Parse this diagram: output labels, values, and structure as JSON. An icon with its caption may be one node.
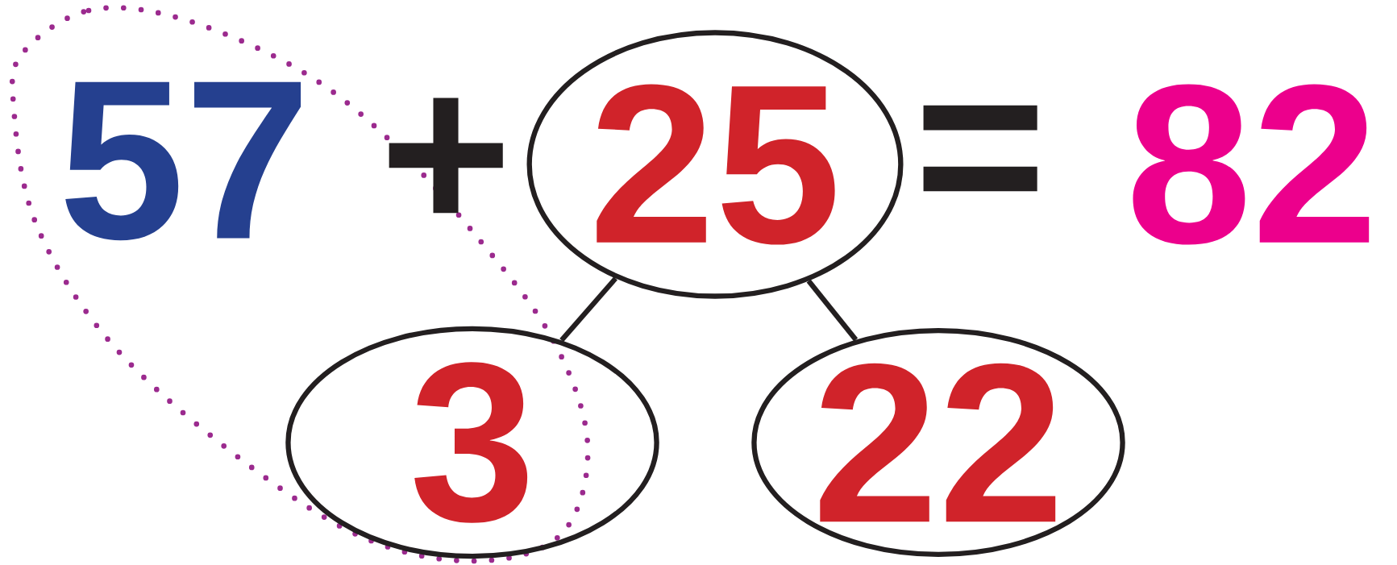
{
  "diagram": {
    "nodes": [
      {
        "text": [
          "25"
        ]
      },
      {
        "text": [
          "3"
        ]
      },
      {
        "text": [
          "22"
        ]
      }
    ],
    "edges": [
      {
        "from": 0,
        "to": 1,
        "arrow": "none"
      },
      {
        "from": 0,
        "to": 2,
        "arrow": "none"
      }
    ],
    "labels": [
      "57",
      "+",
      "=",
      "82"
    ]
  }
}
